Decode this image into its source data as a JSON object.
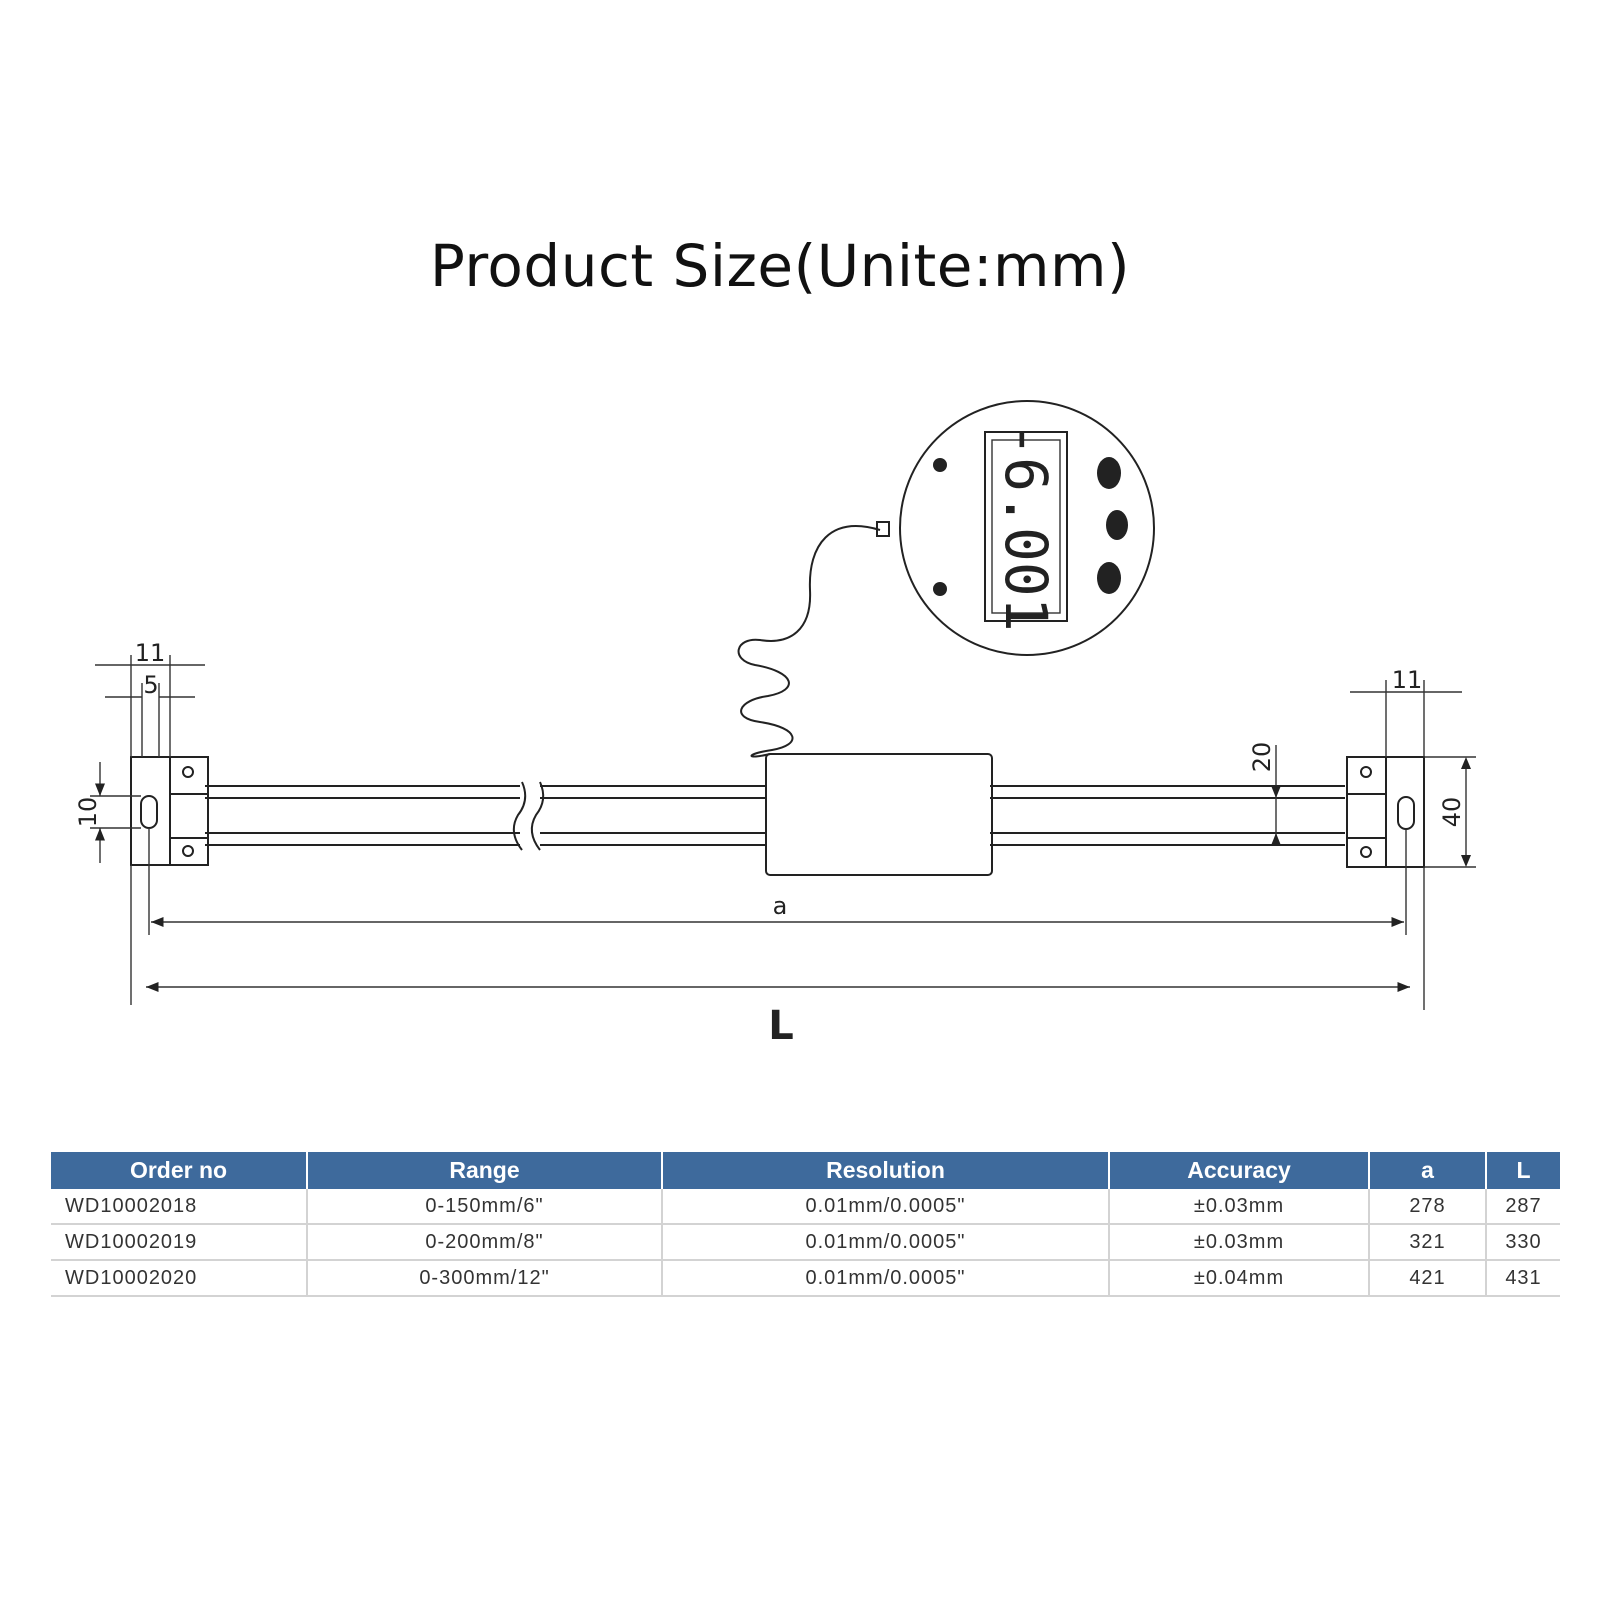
{
  "title": "Product Size(Unite:mm)",
  "diagram": {
    "dims": {
      "left_outer": "11",
      "left_inner": "5",
      "left_height": "10",
      "right_width": "11",
      "bar_height": "20",
      "block_height": "40",
      "a": "a",
      "L": "L"
    },
    "display_reading": "-6.001"
  },
  "table": {
    "headers": [
      "Order no",
      "Range",
      "Resolution",
      "Accuracy",
      "a",
      "L"
    ],
    "rows": [
      [
        "WD10002018",
        "0-150mm/6\"",
        "0.01mm/0.0005\"",
        "±0.03mm",
        "278",
        "287"
      ],
      [
        "WD10002019",
        "0-200mm/8\"",
        "0.01mm/0.0005\"",
        "±0.03mm",
        "321",
        "330"
      ],
      [
        "WD10002020",
        "0-300mm/12\"",
        "0.01mm/0.0005\"",
        "±0.04mm",
        "421",
        "431"
      ]
    ],
    "colors": {
      "header_bg": "#3e6a9c",
      "header_text": "#ffffff",
      "row_border": "#d3d3d3"
    }
  }
}
